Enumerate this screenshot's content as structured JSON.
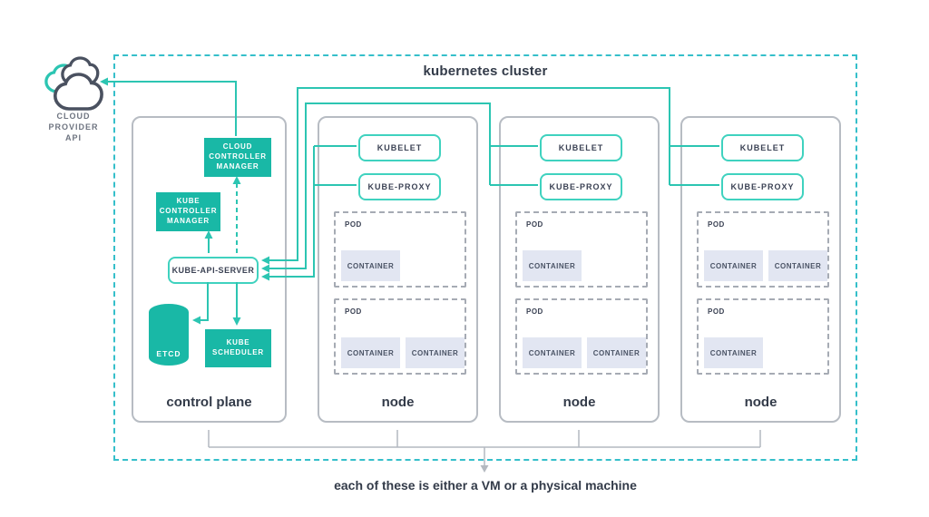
{
  "title": "kubernetes cluster",
  "caption": "each of these is either a VM or a physical machine",
  "cloud": {
    "lines": [
      "CLOUD",
      "PROVIDER",
      "API"
    ]
  },
  "control_plane": {
    "label": "control plane",
    "cloud_controller_manager": "CLOUD CONTROLLER MANAGER",
    "kube_controller_manager": "KUBE CONTROLLER MANAGER",
    "kube_api_server": "KUBE-API-SERVER",
    "etcd": "ETCD",
    "kube_scheduler": "KUBE SCHEDULER"
  },
  "labels": {
    "kubelet": "KUBELET",
    "kube_proxy": "KUBE-PROXY",
    "pod": "POD",
    "container": "CONTAINER"
  },
  "nodes": [
    {
      "label": "node",
      "pods": [
        {
          "containers": 1
        },
        {
          "containers": 2
        }
      ]
    },
    {
      "label": "node",
      "pods": [
        {
          "containers": 1
        },
        {
          "containers": 2
        }
      ]
    },
    {
      "label": "node",
      "pods": [
        {
          "containers": 2
        },
        {
          "containers": 1
        }
      ]
    }
  ],
  "colors": {
    "teal_fill": "#19b8a6",
    "teal_stroke": "#2cc5b2",
    "light_teal_border": "#3fd2bf",
    "cluster_dash": "#35bfca",
    "box_border_gray": "#b7bcc3",
    "pod_dash_gray": "#a6abb4",
    "container_fill": "#e2e6f2",
    "dark_text": "#333b49",
    "muted_text": "#6e7480"
  }
}
